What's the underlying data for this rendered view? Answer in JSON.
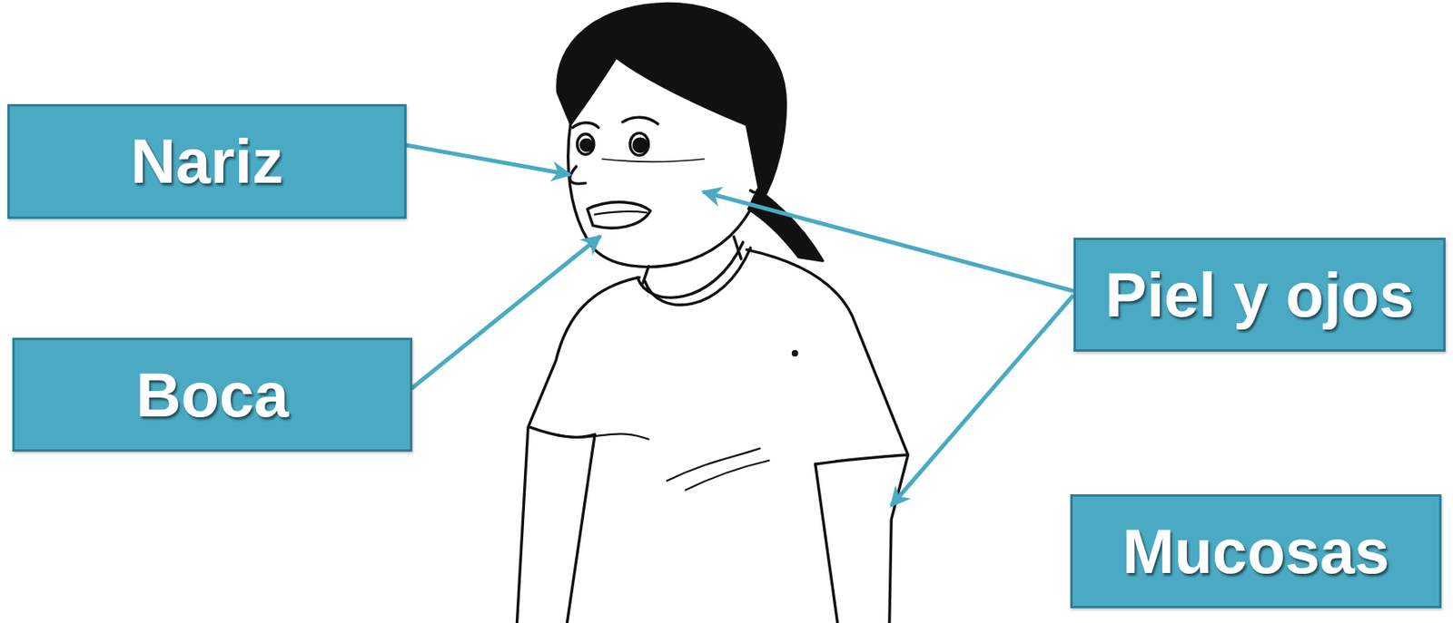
{
  "diagram": {
    "nodes": [
      {
        "text": [
          "Nariz"
        ]
      },
      {
        "text": [
          "Boca"
        ]
      },
      {
        "text": [
          "Piel y ojos"
        ]
      },
      {
        "text": [
          "Mucosas"
        ]
      }
    ]
  }
}
